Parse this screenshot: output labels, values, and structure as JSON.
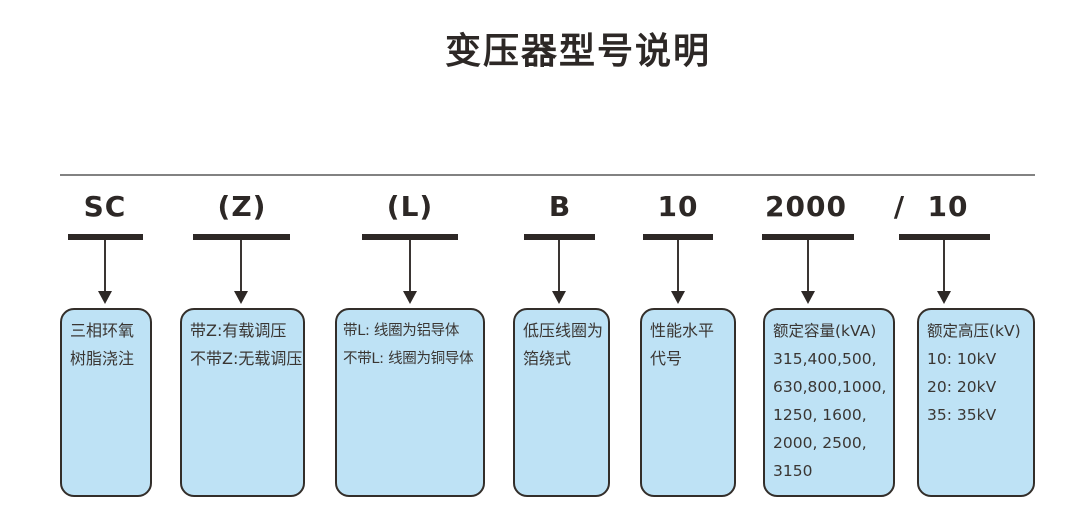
{
  "title": "变压器型号说明",
  "separator": "/",
  "colors": {
    "box_fill": "#bee2f5",
    "box_border": "#332e2a",
    "ink": "#2d2826",
    "divider": "#828282"
  },
  "columns": [
    {
      "code": "SC",
      "desc_lines": [
        "三相环氧",
        "树脂浇注"
      ]
    },
    {
      "code": "(Z)",
      "desc_lines": [
        "带Z:有载调压",
        "不带Z:无载调压"
      ]
    },
    {
      "code": "(L)",
      "desc_lines": [
        "带L: 线圈为铝导体",
        "不带L: 线圈为铜导体"
      ]
    },
    {
      "code": "B",
      "desc_lines": [
        "低压线圈为",
        "箔绕式"
      ]
    },
    {
      "code": "10",
      "desc_lines": [
        "性能水平",
        "代号"
      ]
    },
    {
      "code": "2000",
      "desc_lines": [
        "额定容量(kVA)",
        "315,400,500,",
        "630,800,1000,",
        "1250, 1600,",
        "2000, 2500,",
        "3150"
      ]
    },
    {
      "code": "10",
      "desc_lines": [
        "额定高压(kV)",
        "10: 10kV",
        "20: 20kV",
        "35: 35kV"
      ]
    }
  ]
}
